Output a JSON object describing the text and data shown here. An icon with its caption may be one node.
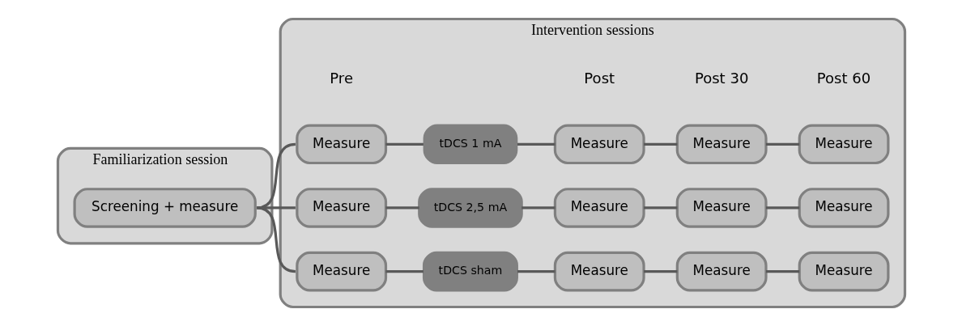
{
  "diagram": {
    "nodes": [
      {
        "text": [
          "Familiarization session"
        ]
      },
      {
        "text": [
          "Screening + measure"
        ],
        "in": 0
      },
      {
        "text": [
          "Intervention sessions"
        ]
      },
      {
        "text": [
          "Measure"
        ],
        "in": 2
      },
      {
        "text": [
          "tDCS 1 mA"
        ],
        "in": 2
      },
      {
        "text": [
          "Measure"
        ],
        "in": 2
      },
      {
        "text": [
          "Measure"
        ],
        "in": 2
      },
      {
        "text": [
          "Measure"
        ],
        "in": 2
      },
      {
        "text": [
          "Measure"
        ],
        "in": 2
      },
      {
        "text": [
          "tDCS 2,5 mA"
        ],
        "in": 2
      },
      {
        "text": [
          "Measure"
        ],
        "in": 2
      },
      {
        "text": [
          "Measure"
        ],
        "in": 2
      },
      {
        "text": [
          "Measure"
        ],
        "in": 2
      },
      {
        "text": [
          "Measure"
        ],
        "in": 2
      },
      {
        "text": [
          "tDCS sham"
        ],
        "in": 2
      },
      {
        "text": [
          "Measure"
        ],
        "in": 2
      },
      {
        "text": [
          "Measure"
        ],
        "in": 2
      },
      {
        "text": [
          "Measure"
        ],
        "in": 2
      }
    ],
    "edges": [
      {
        "from": 1,
        "to": 3,
        "arrow": "none"
      },
      {
        "from": 1,
        "to": 8,
        "arrow": "none"
      },
      {
        "from": 1,
        "to": 13,
        "arrow": "none"
      },
      {
        "from": 3,
        "to": 4,
        "arrow": "none"
      },
      {
        "from": 4,
        "to": 5,
        "arrow": "none"
      },
      {
        "from": 5,
        "to": 6,
        "arrow": "none"
      },
      {
        "from": 6,
        "to": 7,
        "arrow": "none"
      },
      {
        "from": 8,
        "to": 9,
        "arrow": "none"
      },
      {
        "from": 9,
        "to": 10,
        "arrow": "none"
      },
      {
        "from": 10,
        "to": 11,
        "arrow": "none"
      },
      {
        "from": 11,
        "to": 12,
        "arrow": "none"
      },
      {
        "from": 13,
        "to": 14,
        "arrow": "none"
      },
      {
        "from": 14,
        "to": 15,
        "arrow": "none"
      },
      {
        "from": 15,
        "to": 16,
        "arrow": "none"
      },
      {
        "from": 16,
        "to": 17,
        "arrow": "none"
      }
    ],
    "labels": [
      "Pre",
      "Post",
      "Post 30",
      "Post 60"
    ]
  }
}
